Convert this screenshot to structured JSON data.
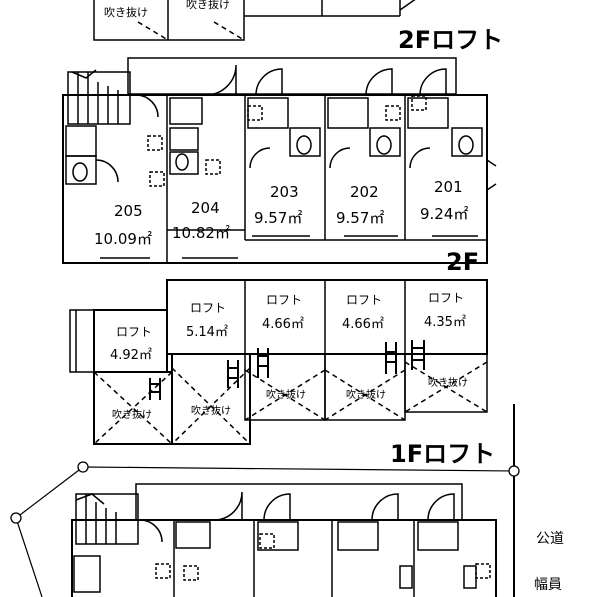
{
  "sections": {
    "loft_2f": "2Fロフト",
    "floor_2f": "2F",
    "loft_1f": "1Fロフト"
  },
  "atrium_label": "吹き抜け",
  "loft_label": "ロフト",
  "road": {
    "line1": "公道",
    "line2": "幅員"
  },
  "units_2f": [
    {
      "no": "205",
      "area": "10.09㎡"
    },
    {
      "no": "204",
      "area": "10.82㎡"
    },
    {
      "no": "203",
      "area": "9.57㎡"
    },
    {
      "no": "202",
      "area": "9.57㎡"
    },
    {
      "no": "201",
      "area": "9.24㎡"
    }
  ],
  "lofts_1f": [
    {
      "area": "4.92㎡"
    },
    {
      "area": "5.14㎡"
    },
    {
      "area": "4.66㎡"
    },
    {
      "area": "4.66㎡"
    },
    {
      "area": "4.35㎡"
    }
  ]
}
